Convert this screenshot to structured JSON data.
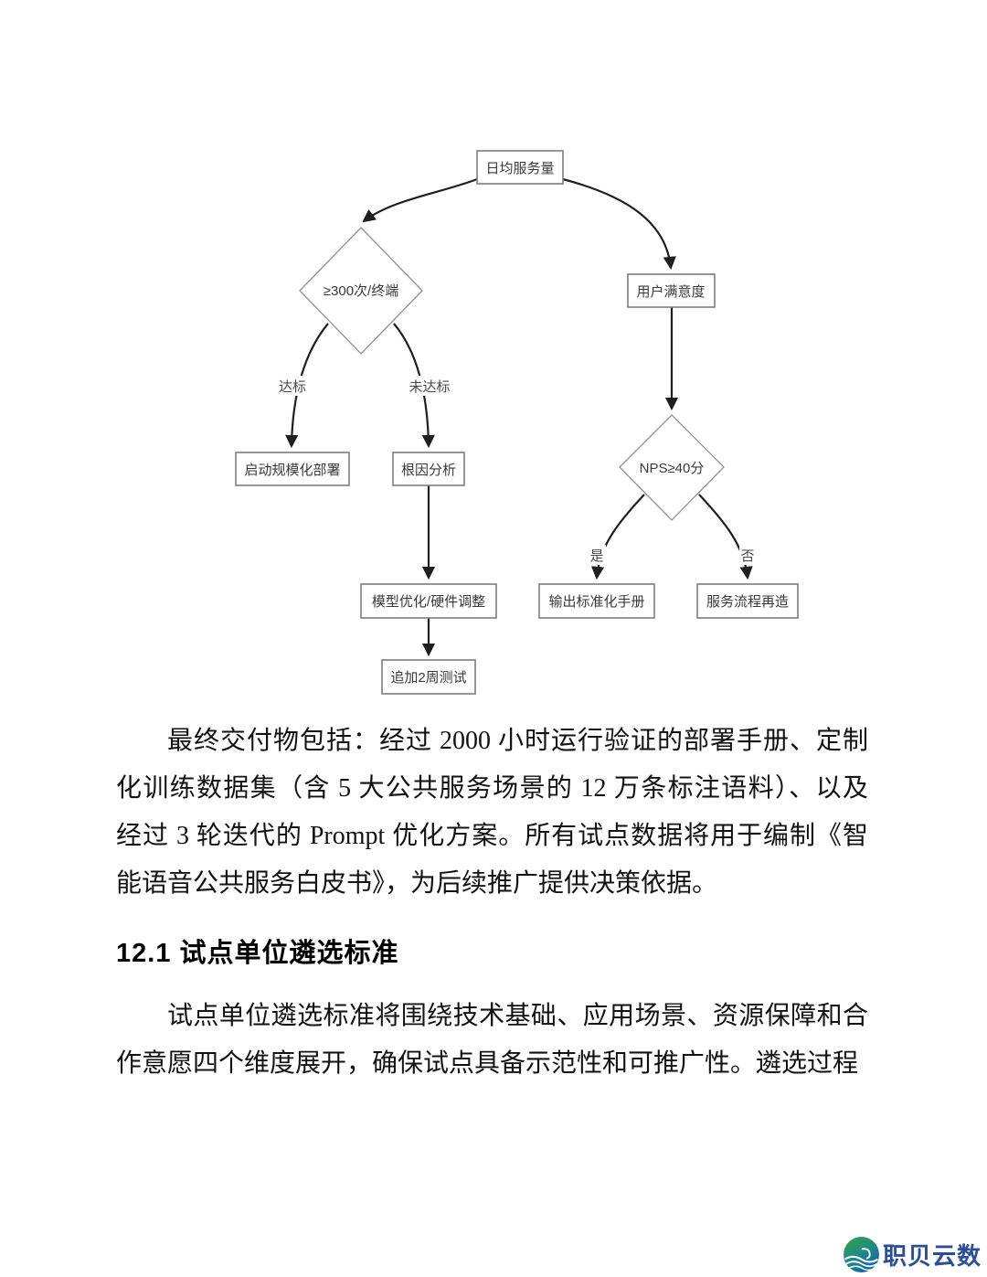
{
  "flowchart": {
    "nodes": {
      "root": {
        "label": "日均服务量"
      },
      "terminal_check": {
        "label": "≥300次/终端"
      },
      "satisfaction": {
        "label": "用户满意度"
      },
      "nps_check": {
        "label": "NPS≥40分"
      },
      "deploy": {
        "label": "启动规模化部署"
      },
      "root_cause": {
        "label": "根因分析"
      },
      "model_opt": {
        "label": "模型优化/硬件调整"
      },
      "retest": {
        "label": "追加2周测试"
      },
      "manual": {
        "label": "输出标准化手册"
      },
      "reengineer": {
        "label": "服务流程再造"
      }
    },
    "edge_labels": {
      "pass": "达标",
      "fail": "未达标",
      "yes": "是",
      "no": "否"
    },
    "colors": {
      "box_border": "#7d7d7d",
      "arrow": "#1f1f1f",
      "label_text": "#3a3a3a"
    }
  },
  "body_text": {
    "paragraph1_lines": [
      "最终交付物包括：经过 2000 小时运行验证的部署手册、定制",
      "化训练数据集（含 5 大公共服务场景的 12 万条标注语料）、以及",
      "经过 3 轮迭代的 Prompt 优化方案。所有试点数据将用于编制《智",
      "能语音公共服务白皮书》，为后续推广提供决策依据。"
    ],
    "section_heading": "12.1 试点单位遴选标准",
    "paragraph2_lines": [
      "试点单位遴选标准将围绕技术基础、应用场景、资源保障和合",
      "作意愿四个维度展开，确保试点具备示范性和可推广性。遴选过程"
    ]
  },
  "footer": {
    "logo_text": "职贝云数",
    "logo_colors": {
      "text": "#2b4e9c",
      "green": "#35a24c",
      "blue": "#1060ae"
    }
  }
}
